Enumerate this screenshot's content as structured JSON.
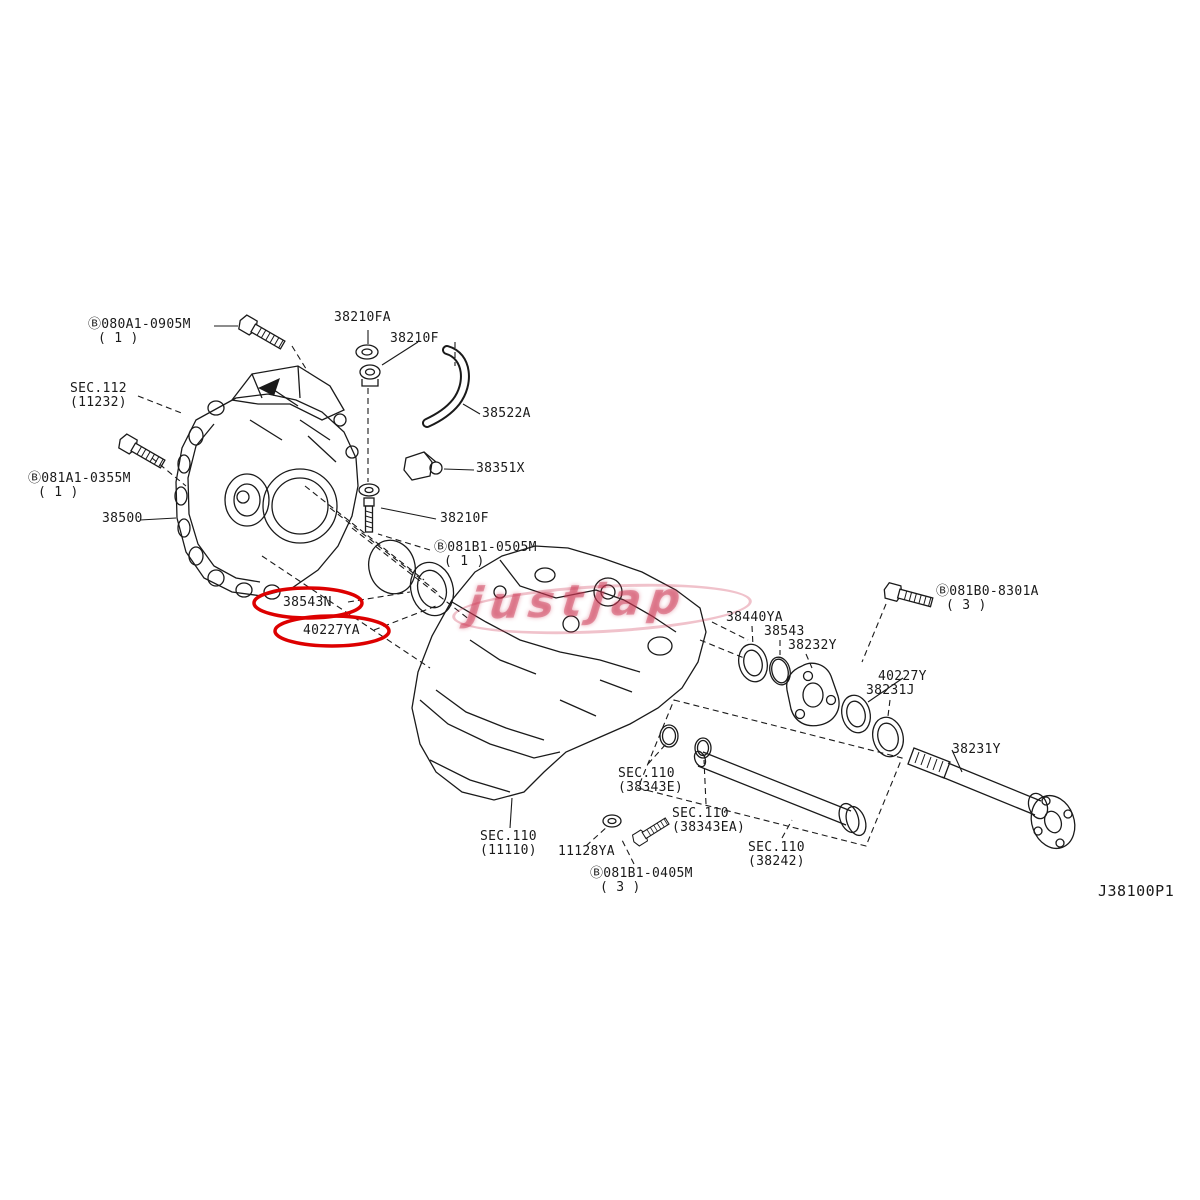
{
  "diagram": {
    "drawing_code": "J38100P1",
    "watermark": "justjap",
    "highlight_color": "#dd0000",
    "line_color": "#1a1a1a",
    "background": "#ffffff",
    "description": "Exploded parts diagram - rear final drive / differential assembly with side flange shaft and seals"
  },
  "labels": {
    "bolt_080a1_0905m": {
      "text": "Ⓑ080A1-0905M",
      "qty": "( 1 )"
    },
    "sec_112": {
      "text": "SEC.112",
      "sub": "(11232)"
    },
    "bolt_081a1_0355m": {
      "text": "Ⓑ081A1-0355M",
      "qty": "( 1 )"
    },
    "p38500": {
      "text": "38500"
    },
    "p38210fa": {
      "text": "38210FA"
    },
    "p38210f_top": {
      "text": "38210F"
    },
    "p38522a": {
      "text": "38522A"
    },
    "p38351x": {
      "text": "38351X"
    },
    "p38210f_mid": {
      "text": "38210F"
    },
    "bolt_081b1_0505m": {
      "text": "Ⓑ081B1-0505M",
      "qty": "( 1 )"
    },
    "p38543n": {
      "text": "38543N"
    },
    "p40227ya": {
      "text": "40227YA"
    },
    "p38440ya": {
      "text": "38440YA"
    },
    "p38543": {
      "text": "38543"
    },
    "p38232y": {
      "text": "38232Y"
    },
    "bolt_081b0_8301a": {
      "text": "Ⓑ081B0-8301A",
      "qty": "( 3 )"
    },
    "p40227y": {
      "text": "40227Y"
    },
    "p38231j": {
      "text": "38231J"
    },
    "p38231y": {
      "text": "38231Y"
    },
    "sec_110_38343e": {
      "text": "SEC.110",
      "sub": "(38343E)"
    },
    "sec_110_38343ea": {
      "text": "SEC.110",
      "sub": "(38343EA)"
    },
    "sec_110_38242": {
      "text": "SEC.110",
      "sub": "(38242)"
    },
    "sec_110_11110": {
      "text": "SEC.110",
      "sub": "(11110)"
    },
    "p11128ya": {
      "text": "11128YA"
    },
    "bolt_081b1_0405m": {
      "text": "Ⓑ081B1-0405M",
      "qty": "( 3 )"
    }
  }
}
